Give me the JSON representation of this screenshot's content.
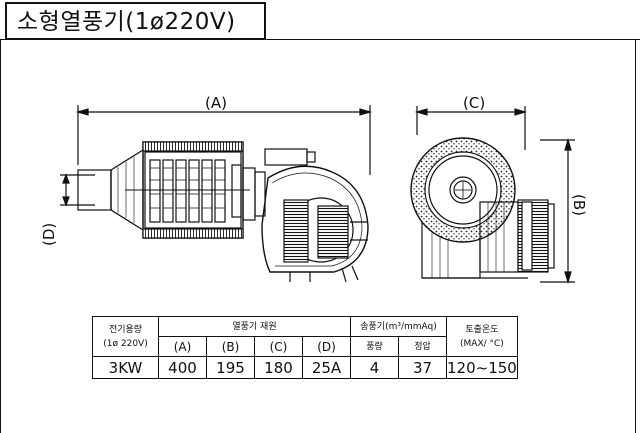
{
  "title": "소형열풍기(1ø220V)",
  "dimension_labels": {
    "a": "(A)",
    "b": "(B)",
    "c": "(C)",
    "d": "(D)"
  },
  "spec_table": {
    "header": {
      "power_capacity": "전기용량",
      "power_phase": "(1ø 220V)",
      "heater_dims": "열풍기 재원",
      "airflow": "송풍기(m³/mmAq)",
      "outlet_temp": "토출온도",
      "outlet_temp_unit": "(MAX/ °C)",
      "col_a": "(A)",
      "col_b": "(B)",
      "col_c": "(C)",
      "col_d": "(D)",
      "air_volume": "풍량",
      "static_pressure": "정압"
    },
    "row": {
      "power": "3KW",
      "a": "400",
      "b": "195",
      "c": "180",
      "d": "25A",
      "air_volume": "4",
      "static_pressure": "37",
      "outlet_temp": "120~150"
    }
  },
  "colors": {
    "line": "#111111",
    "background": "#ffffff"
  }
}
